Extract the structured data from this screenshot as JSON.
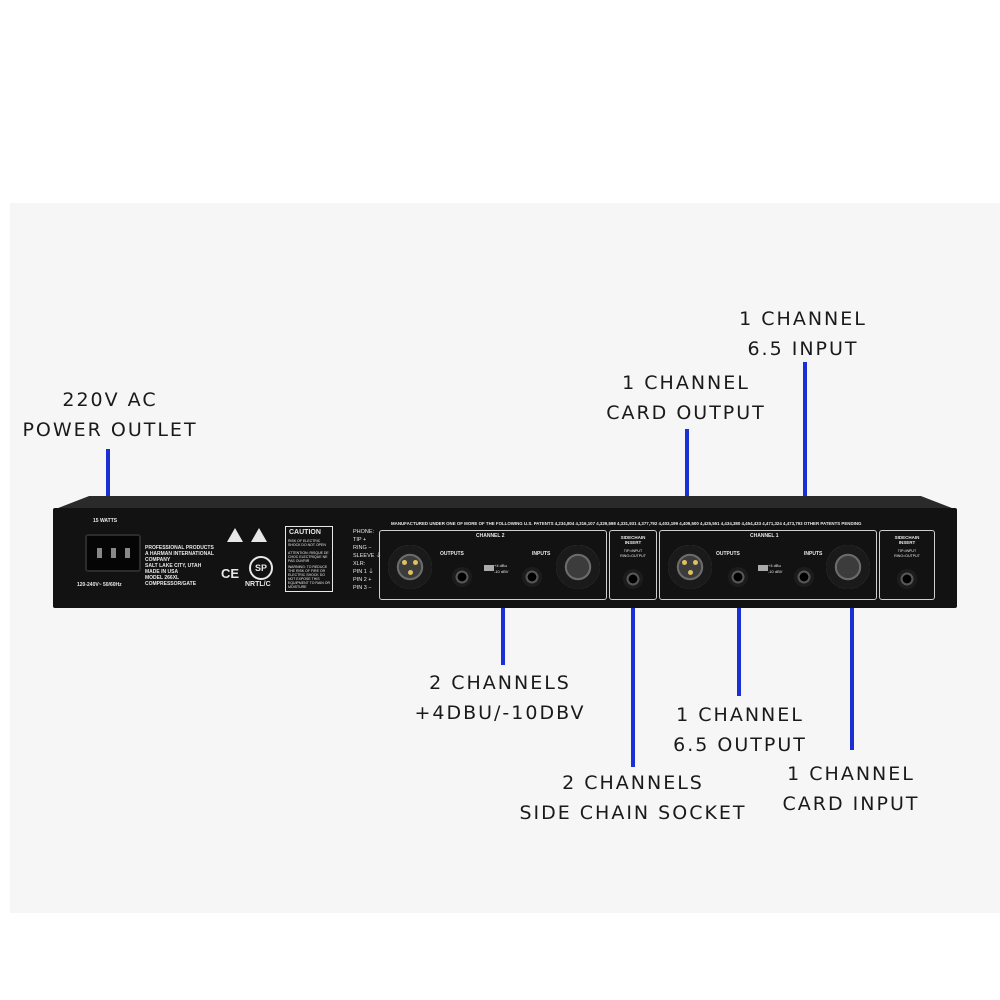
{
  "callouts": {
    "power": [
      "220V AC",
      "POWER OUTLET"
    ],
    "ch1_input": [
      "1 CHANNEL",
      "6.5 INPUT"
    ],
    "ch1_card_output": [
      "1 CHANNEL",
      "CARD OUTPUT"
    ],
    "ch2_level": [
      "2 CHANNELS",
      "+4DBU/-10DBV"
    ],
    "ch1_output": [
      "1 CHANNEL",
      "6.5 OUTPUT"
    ],
    "sidechain": [
      "2 CHANNELS",
      "SIDE CHAIN SOCKET"
    ],
    "ch1_card_input": [
      "1 CHANNEL",
      "CARD INPUT"
    ]
  },
  "device": {
    "watts": "15 WATTS",
    "voltage": "120-240V~ 50/60Hz",
    "maker_lines": [
      "PROFESSIONAL PRODUCTS",
      "A HARMAN INTERNATIONAL",
      "COMPANY",
      "SALT LAKE CITY, UTAH",
      "MADE IN USA",
      "MODEL 266XL",
      "COMPRESSOR/GATE"
    ],
    "caution_title": "CAUTION",
    "caution_sub": "RISK OF ELECTRIC SHOCK DO NOT OPEN",
    "attention": "ATTENTION: RISQUE DE CHOC ELECTRIQUE NE PAS OUVRIR",
    "warning": "WARNING: TO REDUCE THE RISK OF FIRE OR ELECTRIC SHOCK DO NOT EXPOSE THIS EQUIPMENT TO RAIN OR MOISTURE",
    "ce": "CE",
    "nrtl": "NRTL/C",
    "csa": "SP",
    "wiring_lines": [
      "PHONE:",
      "TIP +",
      "RING −",
      "SLEEVE ⏚",
      "XLR:",
      "PIN 1 ⏚",
      "PIN 2 +",
      "PIN 3 −"
    ],
    "patents": "MANUFACTURED UNDER ONE OF MORE OF THE FOLLOWING U.S. PATENTS 4,234,804 4,316,107 4,329,598 4,331,931 4,377,792 4,403,199 4,409,500 4,425,551 4,434,380 4,454,433 4,471,324 4,473,793 OTHER PATENTS PENDING",
    "channel2": "CHANNEL 2",
    "channel1": "CHANNEL 1",
    "outputs": "OUTPUTS",
    "inputs": "INPUTS",
    "level_plus": "+4 dBu",
    "level_minus": "-10 dBV",
    "sidechain_title": "SIDECHAIN INSERT",
    "sidechain_sub": "TIP=INPUT RING=OUTPUT"
  },
  "colors": {
    "accent_line": "#1a2fd6",
    "device": "#121212",
    "panel_bg": "#f6f6f6"
  }
}
